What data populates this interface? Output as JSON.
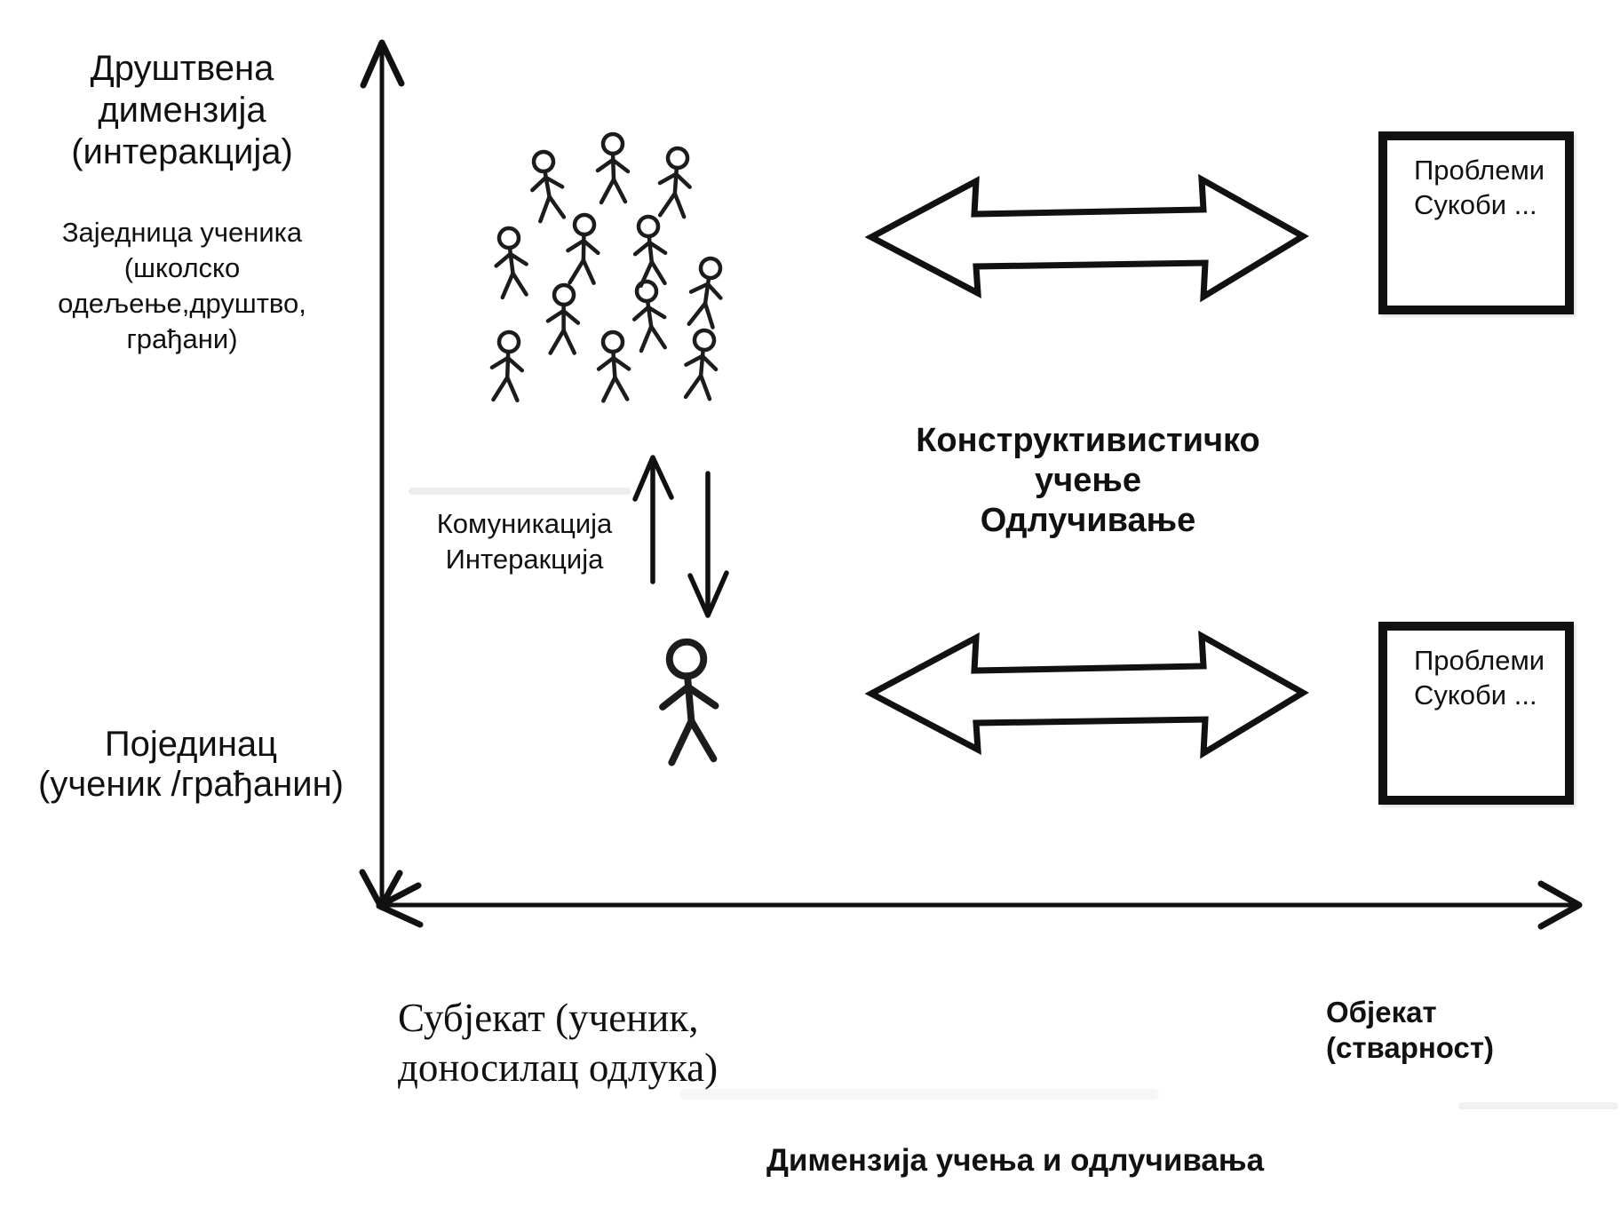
{
  "colors": {
    "ink": "#111111",
    "figure_ink": "#1c1c1c",
    "background": "#ffffff"
  },
  "vertical_axis": {
    "title_lines": [
      "Друштвена",
      "димензија",
      "(интеракција)"
    ],
    "upper_label_lines": [
      "Заједница ученика",
      "(школско",
      "одељење,друштво,",
      "грађани)"
    ],
    "lower_label_lines": [
      "Појединац",
      "(ученик /грађанин)"
    ]
  },
  "horizontal_axis": {
    "title": "Димензија учења и одлучивања",
    "left_label_lines": [
      "Субјекат (ученик,",
      "доносилац одлука)"
    ],
    "right_label_lines": [
      "Објекат",
      "(стварност)"
    ]
  },
  "center_label_lines": [
    "Конструктивистичко",
    "учење",
    "Одлучивање"
  ],
  "communication_label_lines": [
    "Комуникација",
    "Интеракција"
  ],
  "problem_box_top_lines": [
    "Проблеми",
    "Сукоби",
    "..."
  ],
  "problem_box_bottom_lines": [
    "Проблеми",
    "Сукоби",
    "..."
  ],
  "icons": {
    "crowd": "crowd-stick-figures-icon",
    "individual": "individual-stick-figure-icon",
    "communication_arrows": "up-down-arrows-icon",
    "learning_arrows": "double-headed-arrow-icon",
    "axes": "axis-arrow-icon"
  }
}
